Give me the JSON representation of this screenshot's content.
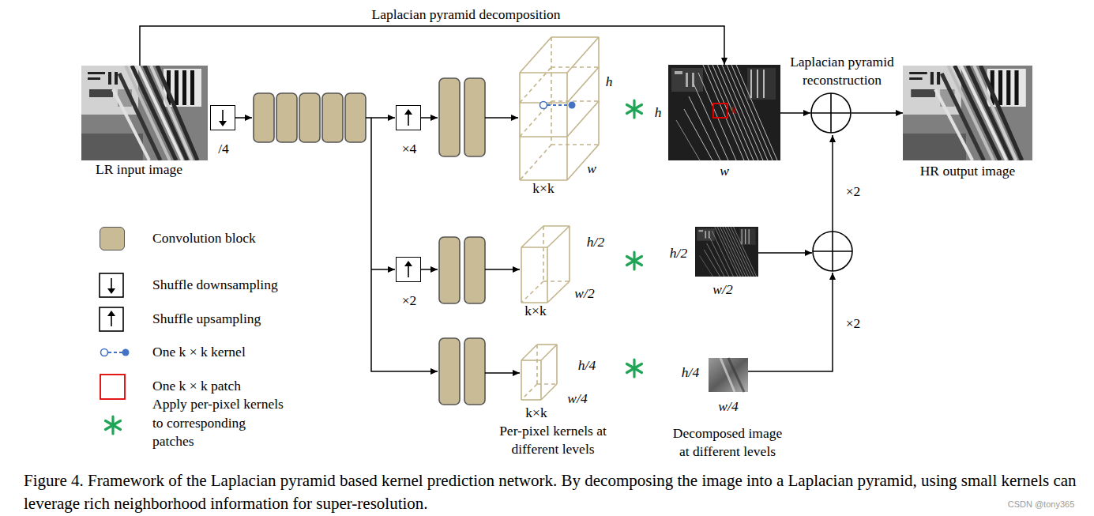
{
  "diagram": {
    "caption": "Figure 4. Framework of the Laplacian pyramid based kernel prediction network. By decomposing the image into a Laplacian pyramid, using small kernels can leverage rich neighborhood information for super-resolution.",
    "nodes": [
      {
        "text": [
          "LR input image"
        ]
      },
      {
        "text": [
          "/4"
        ]
      },
      {
        "text": [
          "×4"
        ]
      },
      {
        "text": [
          "×2"
        ]
      },
      {
        "text": [
          "h",
          "w",
          "k×k"
        ]
      },
      {
        "text": [
          "h/2",
          "w/2",
          "k×k"
        ]
      },
      {
        "text": [
          "h/4",
          "w/4",
          "k×k",
          "Per-pixel kernels at different levels"
        ]
      },
      {
        "text": [
          "h",
          "w"
        ]
      },
      {
        "text": [
          "h/2",
          "w/2"
        ]
      },
      {
        "text": [
          "h/4",
          "w/4",
          "Decomposed image at different levels"
        ]
      },
      {
        "text": [
          "Laplacian pyramid reconstruction"
        ]
      },
      {
        "text": [
          "HR output image"
        ]
      }
    ],
    "edges": [
      {
        "from": 0,
        "to": 7,
        "label": "Laplacian pyramid decomposition",
        "arrow": "to"
      },
      {
        "from": 7,
        "to": 10,
        "arrow": "to"
      },
      {
        "from": 10,
        "to": 11,
        "arrow": "to"
      }
    ],
    "labels": [
      "×2",
      "×2",
      "k",
      "CSDN @tony365"
    ],
    "legend": [
      {
        "text": "Convolution block",
        "color": "#c8bb95"
      },
      {
        "text": "Shuffle downsampling"
      },
      {
        "text": "Shuffle upsampling"
      },
      {
        "text": "One k × k kernel"
      },
      {
        "text": "One k × k patch"
      },
      {
        "text": "Apply per-pixel kernels to corresponding patches"
      }
    ]
  }
}
